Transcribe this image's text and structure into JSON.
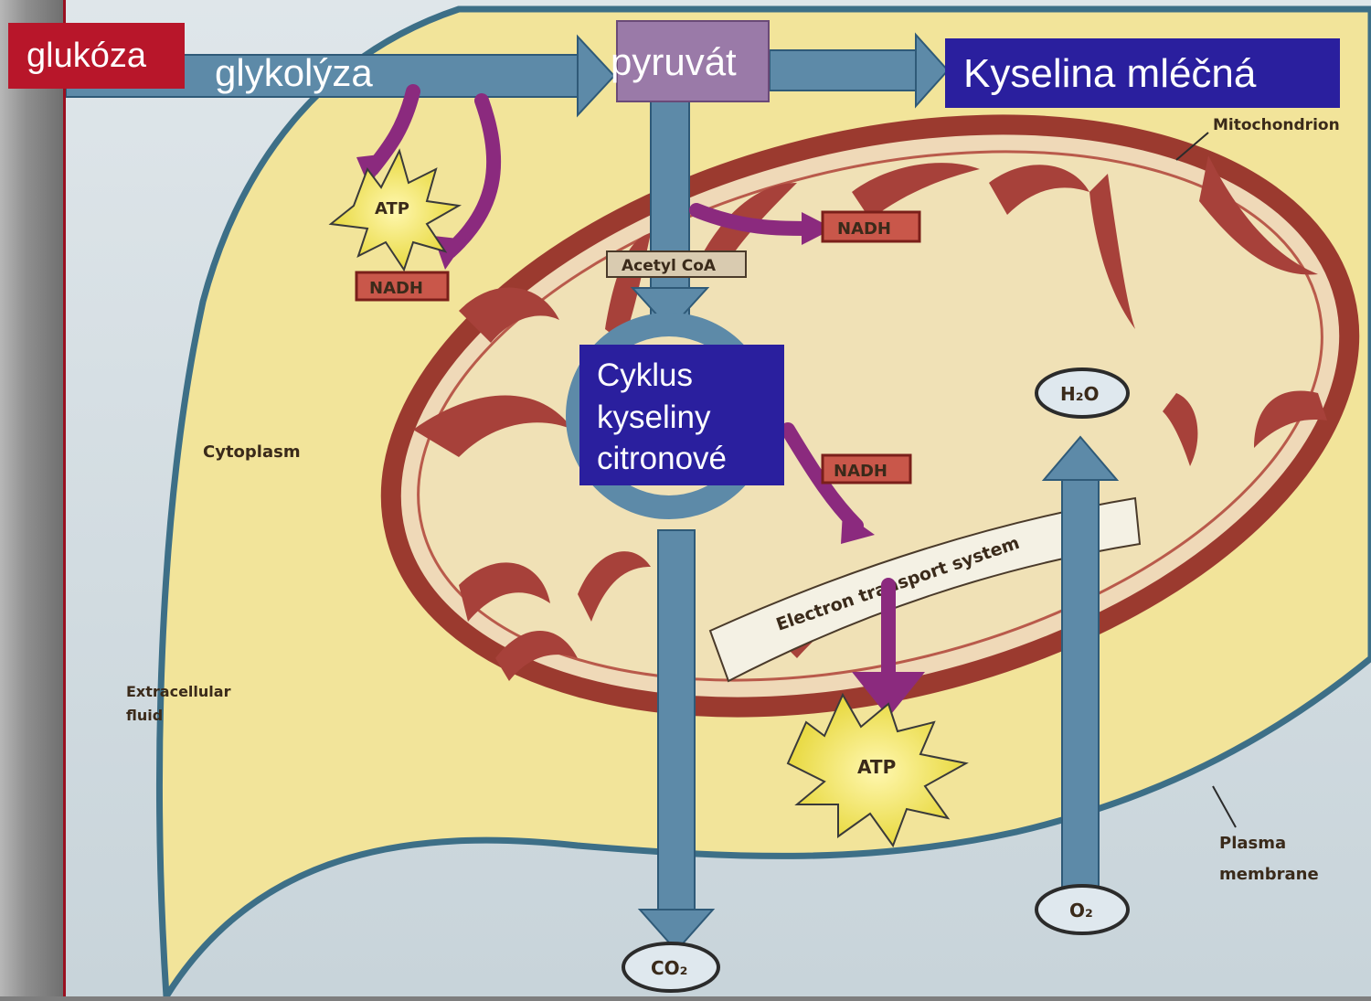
{
  "overlay_labels": {
    "glucose": "glukóza",
    "glycolysis": "glykolýza",
    "pyruvate": "pyruvát",
    "lactic_acid": "Kyselina mléčná",
    "citric_cycle": [
      "Cyklus",
      "kyseliny",
      "citronové"
    ]
  },
  "figure_labels": {
    "atp_top": "ATP",
    "atp_bottom": "ATP",
    "nadh_left": "NADH",
    "nadh_top": "NADH",
    "nadh_mid": "NADH",
    "acetyl_coa": "Acetyl CoA",
    "mitochondrion": "Mitochondrion",
    "cytoplasm": "Cytoplasm",
    "extracellular_1": "Extracellular",
    "extracellular_2": "fluid",
    "plasma_1": "Plasma",
    "plasma_2": "membrane",
    "electron_transport": "Electron transport system",
    "h2o": "H₂O",
    "o2": "O₂",
    "co2": "CO₂"
  },
  "colors": {
    "glucose_box": "#b8162a",
    "blue_box": "#2a1f9e",
    "pyruvate_box": "#9a7aa8",
    "cytoplasm": "#f2e49a",
    "mitochondrion_wall": "#9b3a2f",
    "arrow_blue": "#5d8aa8",
    "arrow_purple": "#8b2a7e"
  }
}
